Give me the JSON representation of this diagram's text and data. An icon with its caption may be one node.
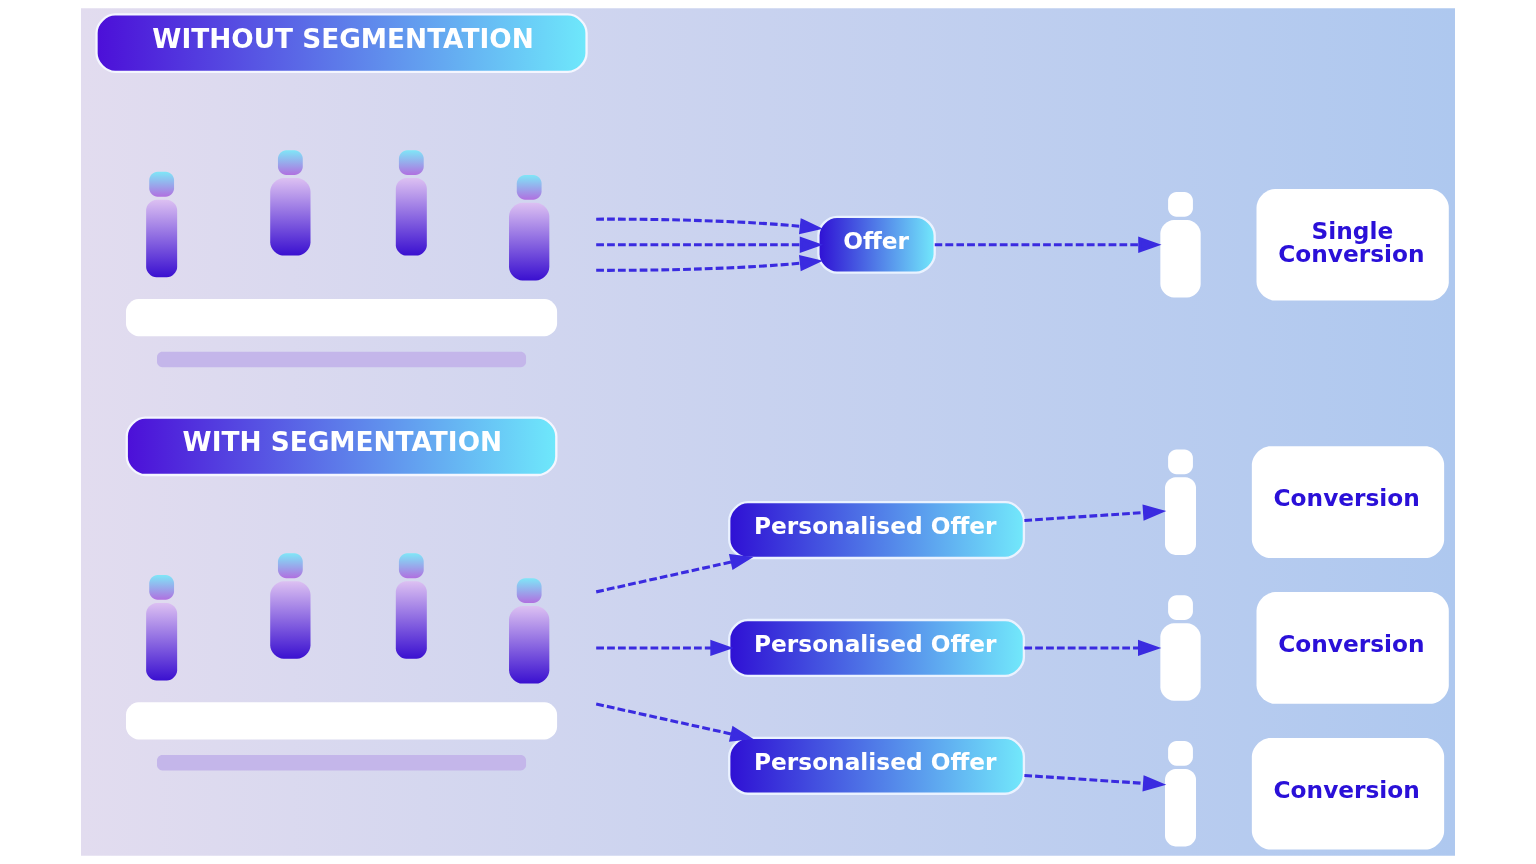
{
  "diagram": {
    "nodes": [
      {
        "text": [
          "WITHOUT SEGMENTATION"
        ]
      },
      {
        "text": [],
        "shape": "picture"
      },
      {
        "text": [
          "Offer"
        ]
      },
      {
        "text": [
          "Single Conversion"
        ]
      },
      {
        "text": [
          "WITH SEGMENTATION"
        ]
      },
      {
        "text": [],
        "shape": "picture"
      },
      {
        "text": [
          "Personalised Offer"
        ]
      },
      {
        "text": [
          "Personalised Offer"
        ]
      },
      {
        "text": [
          "Personalised Offer"
        ]
      },
      {
        "text": [
          "Conversion"
        ]
      },
      {
        "text": [
          "Conversion"
        ]
      },
      {
        "text": [
          "Conversion"
        ]
      }
    ],
    "edges": [
      {
        "from": 1,
        "to": 2,
        "arrow": "to",
        "style": "dashed"
      },
      {
        "from": 1,
        "to": 2,
        "arrow": "to",
        "style": "dashed"
      },
      {
        "from": 1,
        "to": 2,
        "arrow": "to",
        "style": "dashed"
      },
      {
        "from": 2,
        "to": 3,
        "arrow": "to",
        "style": "dashed"
      },
      {
        "from": 5,
        "to": 6,
        "arrow": "to",
        "style": "dashed"
      },
      {
        "from": 5,
        "to": 7,
        "arrow": "to",
        "style": "dashed"
      },
      {
        "from": 5,
        "to": 8,
        "arrow": "to",
        "style": "dashed"
      },
      {
        "from": 6,
        "to": 9,
        "arrow": "to",
        "style": "dashed"
      },
      {
        "from": 7,
        "to": 10,
        "arrow": "to",
        "style": "dashed"
      },
      {
        "from": 8,
        "to": 11,
        "arrow": "to",
        "style": "dashed"
      }
    ]
  }
}
